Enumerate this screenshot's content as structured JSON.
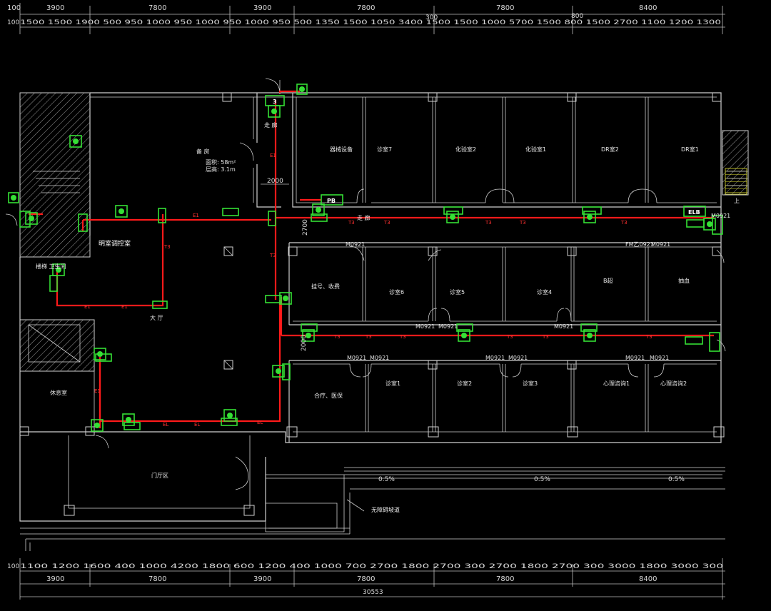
{
  "dimensions": {
    "top_row1": [
      "3900",
      "7800",
      "3900",
      "7800",
      "7800",
      "8400"
    ],
    "top_row2_prefix": "100",
    "top_row2": "1500 1500 1900 500 950 1000 950 1000 950 1000 950 500 1350 1500 1050 3400 1500 1500 1000 5700 1500 800 1500 2700 1100 1200 1300",
    "top_row1_prefix": "100",
    "top_row1_mid": "300",
    "top_row2_mid": "800",
    "bottom_row1_prefix": "100",
    "bottom_row1": "1100 1200 1600 400 1000 4200 1800 600 1200 400 1000 700 2700 1800 2700 300 2700 1800 2700 300 3000 1800 3000 300",
    "bottom_row2": [
      "3900",
      "7800",
      "3900",
      "7800",
      "7800",
      "8400"
    ],
    "total": "30553"
  },
  "rooms": {
    "storage_top": "备  房",
    "storage_area": "面积: 58m²",
    "storage_height": "层高: 3.1m",
    "corridor_top": "走  廊",
    "equipment": "器械设备",
    "treatment7": "诊室7",
    "lab2": "化验室2",
    "lab1": "化验室1",
    "dr2": "DR室2",
    "dr1": "DR室1",
    "hall": "大  厅",
    "exam": "B超",
    "nursing": "抽血",
    "treatment6": "诊室6",
    "treatment5": "诊室5",
    "treatment4": "诊室4",
    "triage": "挂号、收费",
    "pharmacy": "合疗、医保",
    "consult1": "诊室1",
    "consult2": "诊室2",
    "consult3": "诊室3",
    "psych1": "心理咨询1",
    "psych2": "心理咨询2",
    "lounge": "休息室",
    "lobby": "门厅区",
    "stair": "楼梯  卫生间",
    "corridor_mid": "走  廊",
    "ramp": "无障碍坡道",
    "lighting_ctrl": "明室调控室"
  },
  "labels": {
    "dim_2000_a": "2000",
    "dim_2700": "2700",
    "dim_2000_b": "2000",
    "cab_3": "3",
    "cab_pb": "PB",
    "cab_elb": "ELB",
    "slope": "0.5%",
    "up": "上",
    "door_codes": [
      "M0921",
      "M0921",
      "M0921",
      "FM乙0921",
      "M0921",
      "M0921",
      "M0921",
      "M0921",
      "M0921",
      "M0921",
      "M0921",
      "M0921",
      "M0921"
    ]
  },
  "wire_labels": {
    "e1": "E1",
    "t3": "T3",
    "el": "EL"
  },
  "colors": {
    "background": "#000000",
    "walls": "#cfcfcf",
    "wiring": "#ff1a1a",
    "devices": "#35e035",
    "hatch_yellow": "#e0e030"
  }
}
